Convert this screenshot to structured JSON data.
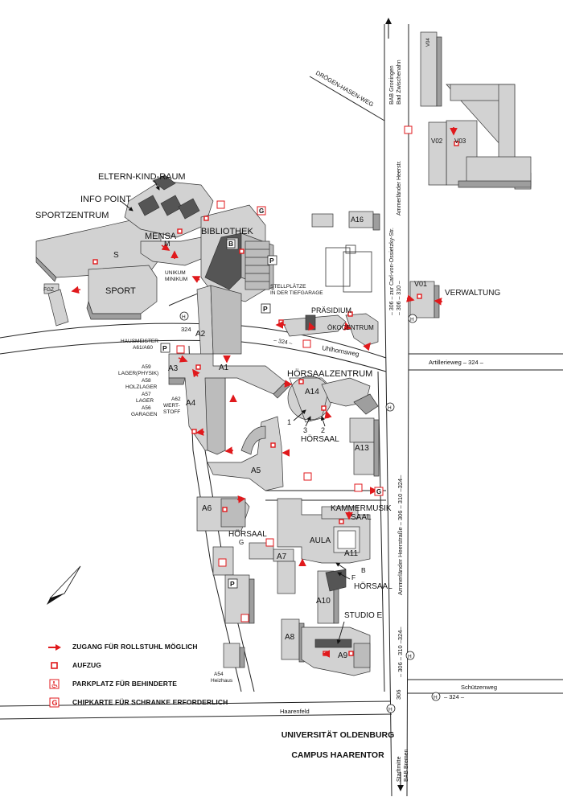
{
  "map": {
    "title": "UNIVERSITÄT OLDENBURG",
    "subtitle": "CAMPUS HAARENTOR",
    "places": {
      "eltern_kind_raum": "ELTERN-KIND-RAUM",
      "info_point": "INFO POINT",
      "sportzentrum": "SPORTZENTRUM",
      "mensa": "MENSA",
      "bibliothek": "BIBLIOTHEK",
      "s": "S",
      "m": "M",
      "b": "B",
      "p": "P",
      "sport": "SPORT",
      "unikum": "UNIKUM",
      "minikum": "MINIKUM",
      "fgz": "FGZ",
      "stellplaetze_1": "STELLPLÄTZE",
      "stellplaetze_2": "IN DER TIEFGARAGE",
      "praesidium": "PRÄSIDIUM",
      "oekocentrum": "ÖKOCENTRUM",
      "verwaltung": "VERWALTUNG",
      "hoersaalzentrum": "HÖRSAALZENTRUM",
      "hoersaal": "HÖRSAAL",
      "kammermusik_1": "KAMMERMUSIK",
      "kammermusik_2": "SAAL",
      "aula": "AULA",
      "studio_e": "STUDIO E",
      "hausmeister_1": "HAUSMEISTER",
      "hausmeister_2": "A61/A60",
      "a59_1": "A59",
      "a59_2": "LAGER(PHYSIK)",
      "a58_1": "A58",
      "a58_2": "HOLZLAGER",
      "a57_1": "A57",
      "a57_2": "LAGER",
      "a56_1": "A56",
      "a56_2": "GARAGEN",
      "a62_1": "A62",
      "a62_2": "WERT-",
      "a62_3": "STOFF",
      "a54_1": "A54",
      "a54_2": "Heizhaus",
      "hs_1": "1",
      "hs_2": "2",
      "hs_3": "3",
      "f": "F",
      "g": "G"
    },
    "buildings": {
      "v04": "V04",
      "v02": "V02",
      "v03": "V03",
      "v01": "V01",
      "a16": "A16",
      "a1": "A1",
      "a2": "A2",
      "a3": "A3",
      "a4": "A4",
      "a5": "A5",
      "a6": "A6",
      "a7": "A7",
      "a8": "A8",
      "a9": "A9",
      "a10": "A10",
      "a11": "A11",
      "a13": "A13",
      "a14": "A14"
    },
    "streets": {
      "droegen": "DRÖGEN-HASEN-WEG",
      "bab_groningen_1": "BAB Groningen",
      "bab_groningen_2": "Bad Zwischenahn",
      "carl_ossietzky": "– 306 – zur Carl-von-Ossietzky-Str.",
      "ammerlaender_top": "Ammerländer Heerstr.",
      "route_top": "– 306 – 310 –",
      "uhlhornsweg": "Uhlhornsweg",
      "uhlhornsweg_route": "– 324 –",
      "artillerieweg": "Artillerieweg – 324 –",
      "route_324_west": "324",
      "ammerlaender_mid": "Ammerländer Heerstraße – 306 – 310 –324–",
      "route_lower": "– 306 – 310 –324–",
      "schuetzenweg": "Schützenweg",
      "route_324_south": "– 324 –",
      "haarenfeld": "Haarenfeld",
      "route_306": "306",
      "stadtmitte_1": "Stadtmitte",
      "stadtmitte_2": "BAB Bremen",
      "h": "H"
    }
  },
  "legend": [
    {
      "symbol": "arrow",
      "text": "ZUGANG FÜR ROLLSTUHL MÖGLICH"
    },
    {
      "symbol": "lift",
      "text": "AUFZUG"
    },
    {
      "symbol": "wheelchair",
      "text": "PARKPLATZ FÜR BEHINDERTE"
    },
    {
      "symbol": "g-box",
      "text": "CHIPKARTE FÜR SCHRANKE ERFORDERLICH"
    }
  ],
  "colors": {
    "building": "#d2d2d2",
    "building_side": "#9e9e9e",
    "building_dark": "#555555",
    "accent_red": "#e0191c",
    "road_line": "#222222"
  }
}
